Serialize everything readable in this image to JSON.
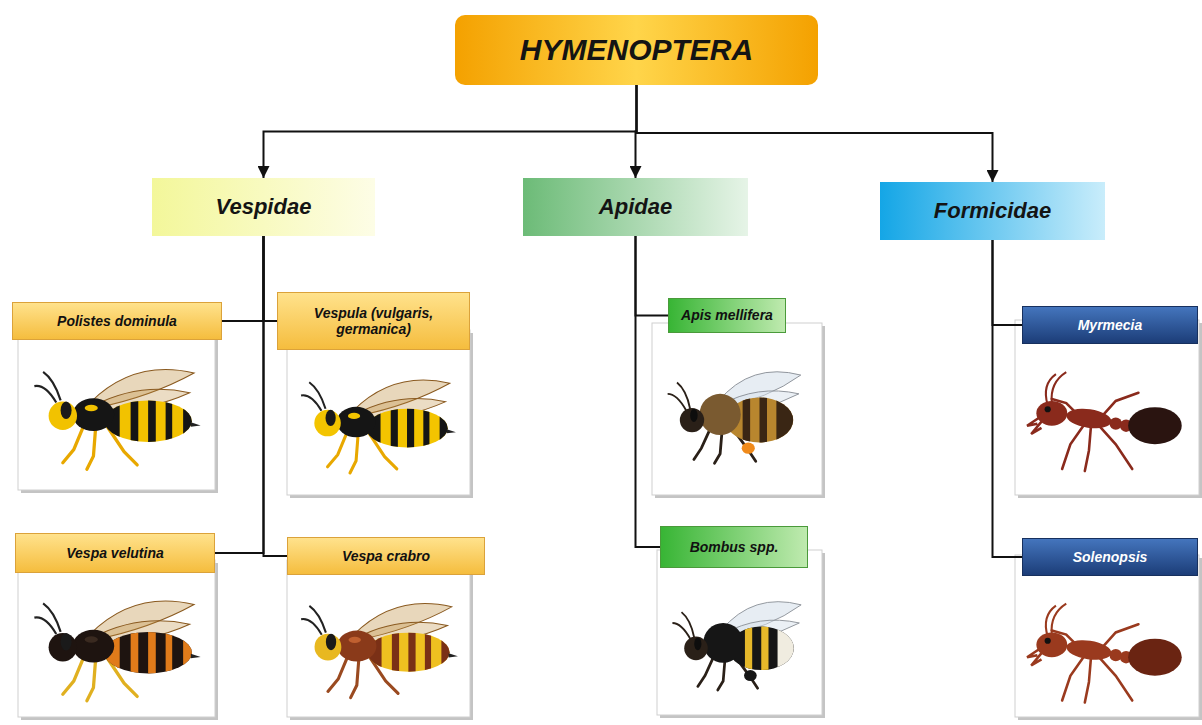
{
  "diagram": {
    "nodes": [
      {
        "text": [
          "HYMENOPTERA"
        ]
      },
      {
        "text": [
          "Vespidae"
        ]
      },
      {
        "text": [
          "Apidae"
        ]
      },
      {
        "text": [
          "Formicidae"
        ]
      },
      {
        "text": [
          "Polistes dominula"
        ]
      },
      {
        "text": [
          "Vespula (vulgaris, germanica)"
        ]
      },
      {
        "text": [
          "Vespa velutina"
        ]
      },
      {
        "text": [
          "Vespa crabro"
        ]
      },
      {
        "text": [
          "Apis mellifera"
        ]
      },
      {
        "text": [
          "Bombus spp."
        ]
      },
      {
        "text": [
          "Myrmecia"
        ]
      },
      {
        "text": [
          "Solenopsis"
        ]
      }
    ],
    "edges": [
      {
        "from": 0,
        "to": 1,
        "arrow": "to"
      },
      {
        "from": 0,
        "to": 2,
        "arrow": "to"
      },
      {
        "from": 0,
        "to": 3,
        "arrow": "to"
      },
      {
        "from": 1,
        "to": 4,
        "arrow": "none"
      },
      {
        "from": 1,
        "to": 5,
        "arrow": "none"
      },
      {
        "from": 1,
        "to": 6,
        "arrow": "none"
      },
      {
        "from": 1,
        "to": 7,
        "arrow": "none"
      },
      {
        "from": 2,
        "to": 8,
        "arrow": "none"
      },
      {
        "from": 2,
        "to": 9,
        "arrow": "none"
      },
      {
        "from": 3,
        "to": 10,
        "arrow": "none"
      },
      {
        "from": 3,
        "to": 11,
        "arrow": "none"
      }
    ]
  }
}
